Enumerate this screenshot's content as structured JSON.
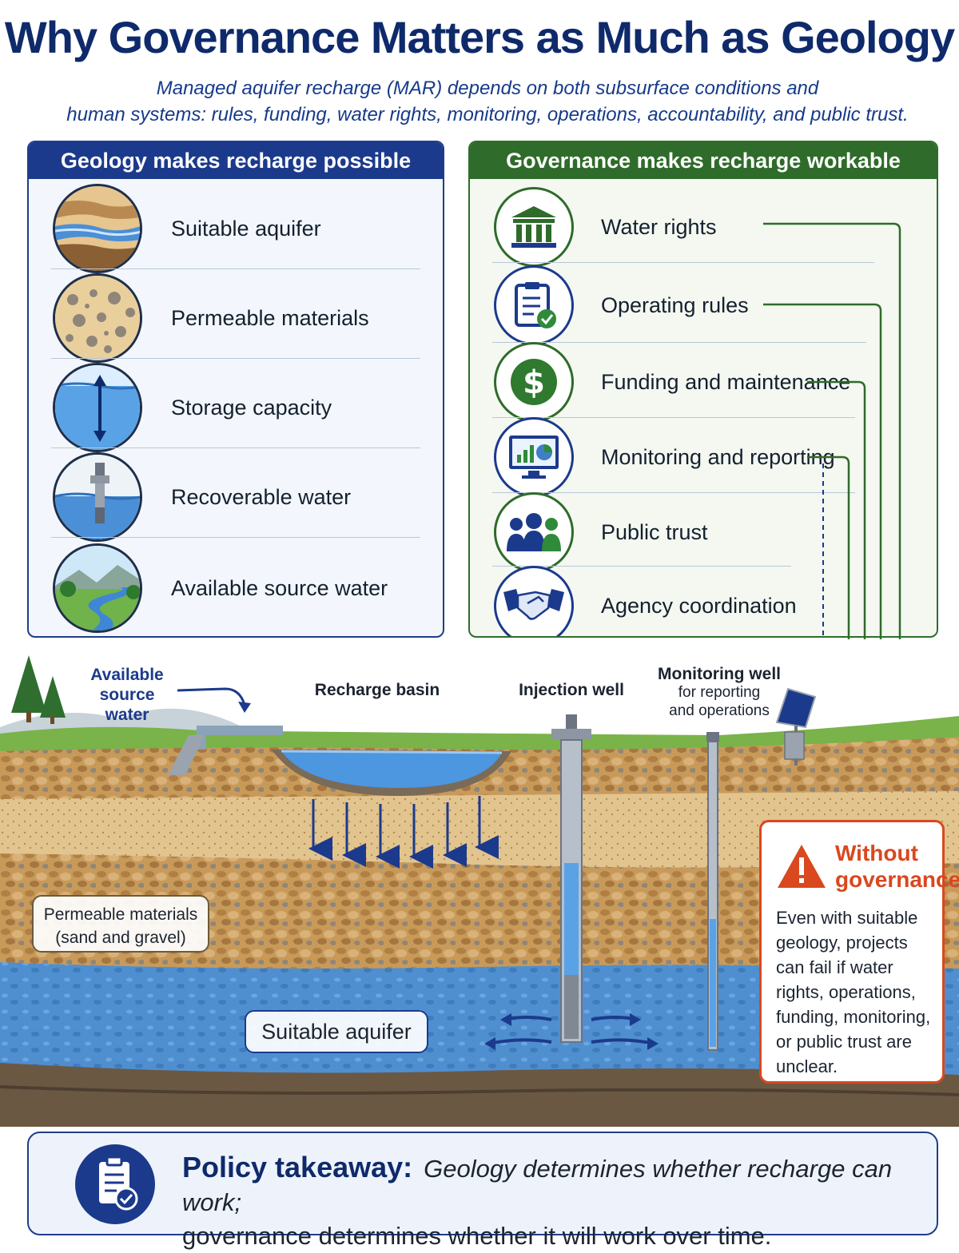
{
  "header": {
    "title": "Why Governance Matters as Much as Geology",
    "subtitle_line1": "Managed aquifer recharge (MAR) depends on both subsurface conditions and",
    "subtitle_line2": "human systems: rules, funding, water rights, monitoring, operations, accountability, and public trust."
  },
  "geology_panel": {
    "heading": "Geology makes recharge possible",
    "items": [
      {
        "label": "Suitable aquifer",
        "icon": "aquifer-layers-icon"
      },
      {
        "label": "Permeable materials",
        "icon": "gravel-icon"
      },
      {
        "label": "Storage capacity",
        "icon": "water-storage-icon"
      },
      {
        "label": "Recoverable water",
        "icon": "well-pipe-icon"
      },
      {
        "label": "Available source water",
        "icon": "river-landscape-icon"
      }
    ]
  },
  "governance_panel": {
    "heading": "Governance makes recharge workable",
    "items": [
      {
        "label": "Water rights",
        "icon": "courthouse-icon"
      },
      {
        "label": "Operating rules",
        "icon": "clipboard-check-icon"
      },
      {
        "label": "Funding and maintenance",
        "icon": "dollar-icon"
      },
      {
        "label": "Monitoring and reporting",
        "icon": "monitor-chart-icon"
      },
      {
        "label": "Public trust",
        "icon": "people-icon"
      },
      {
        "label": "Agency coordination",
        "icon": "handshake-icon"
      }
    ]
  },
  "scene": {
    "source_water_line1": "Available",
    "source_water_line2": "source water",
    "recharge_basin": "Recharge basin",
    "injection_well": "Injection well",
    "monitoring_well_line1": "Monitoring well",
    "monitoring_well_line2": "for reporting",
    "monitoring_well_line3": "and operations",
    "permeable_line1": "Permeable materials",
    "permeable_line2": "(sand and gravel)",
    "aquifer": "Suitable aquifer"
  },
  "warning": {
    "title_line1": "Without",
    "title_line2": "governance",
    "body": "Even with suitable geology, projects can fail if water rights, operations, funding, monitoring, or public trust are unclear."
  },
  "takeaway": {
    "lead": "Policy takeaway:",
    "line1": "Geology determines whether recharge can work;",
    "line2": "governance determines whether it will work over time."
  },
  "colors": {
    "navy": "#1c3a8c",
    "green": "#2f6b2a",
    "warning": "#d9481f",
    "water": "#3f7fc6",
    "soil": "#d8b27a"
  }
}
